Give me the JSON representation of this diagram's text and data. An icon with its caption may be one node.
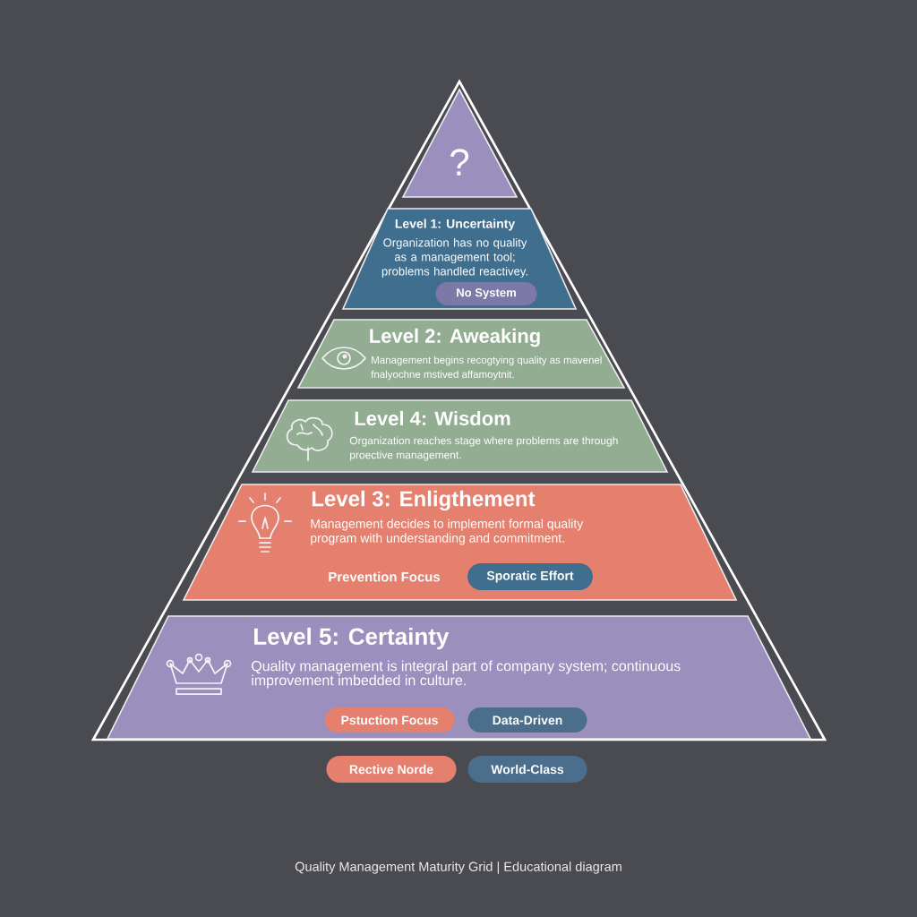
{
  "diagram": {
    "caption": "Quality Management Maturity Grid | Educational diagram",
    "nodes": [
      {
        "text": [
          "?"
        ]
      },
      {
        "text": [
          "Level 1: Uncertainty",
          "Organization has no quality as a management tool; problems handled reactivey."
        ]
      },
      {
        "text": [
          "No System"
        ],
        "in": 1
      },
      {
        "text": [
          "Level 2: Aweaking",
          "Management begins recogtying quality as mavenel fnalyochne mstived affamoytnit."
        ]
      },
      {
        "text": [
          "Level 4: Wisdom",
          "Organization reaches stage where problems are through proective management."
        ]
      },
      {
        "text": [
          "Level 3: Enligthement",
          "Management decides to implement formal quality program with understanding and commitment."
        ]
      },
      {
        "text": [
          "Sporatic Effort"
        ],
        "in": 5
      },
      {
        "text": [
          "Level 5: Certainty",
          "Quality management is integral part of company system; continuous improvement imbedded in culture."
        ]
      },
      {
        "text": [
          "Pstuction Focus"
        ],
        "in": 7
      },
      {
        "text": [
          "Data-Driven"
        ],
        "in": 7
      },
      {
        "text": [
          "Rective Norde"
        ]
      },
      {
        "text": [
          "World-Class"
        ]
      }
    ],
    "labels": [
      "Prevention Focus"
    ]
  }
}
